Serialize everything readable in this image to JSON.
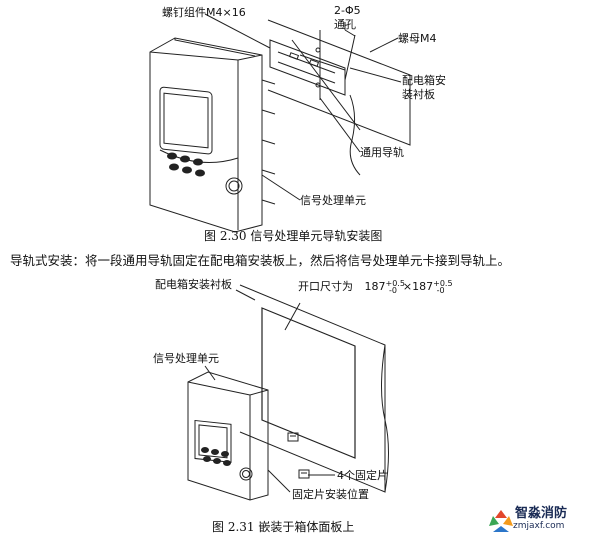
{
  "figure1": {
    "labels": {
      "screw_assembly": "螺钉组件M4×16",
      "hole_spec": "2-Φ5",
      "hole_word": "通孔",
      "nut": "螺母M4",
      "panel_line1": "配电箱安",
      "panel_line2": "装衬板",
      "rail": "通用导轨",
      "unit": "信号处理单元"
    },
    "caption": "图 2.30  信号处理单元导轨安装图"
  },
  "paragraph": "导轨式安装：将一段通用导轨固定在配电箱安装板上，然后将信号处理单元卡接到导轨上。",
  "figure2": {
    "labels": {
      "panel": "配电箱安装衬板",
      "opening_prefix": "开口尺寸为",
      "dim_a": "187",
      "dim_a_sup": "+0.5",
      "dim_a_sub": "-0",
      "times": "×",
      "dim_b": "187",
      "dim_b_sup": "+0.5",
      "dim_b_sub": "-0",
      "unit": "信号处理单元",
      "clips": "4个固定片",
      "clip_pos": "固定片安装位置"
    },
    "caption": "图 2.31  嵌装于箱体面板上"
  },
  "watermark": {
    "name": "智淼消防",
    "url": "zmjaxf.com"
  }
}
